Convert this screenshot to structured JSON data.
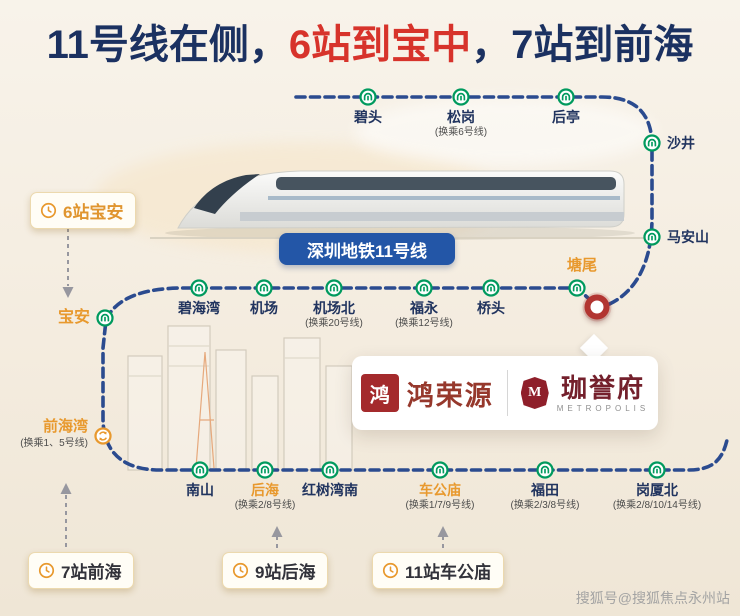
{
  "title": {
    "seg1": "11号线在侧，",
    "seg2": "6站到宝中",
    "seg3": "，7站到前海"
  },
  "line_badge": {
    "label": "深圳地铁11号线"
  },
  "stations": [
    {
      "name": "碧头",
      "sub": ""
    },
    {
      "name": "松岗",
      "sub": "(换乘6号线)"
    },
    {
      "name": "后亭",
      "sub": ""
    },
    {
      "name": "沙井",
      "sub": ""
    },
    {
      "name": "马安山",
      "sub": ""
    },
    {
      "name": "塘尾",
      "sub": ""
    },
    {
      "name": "桥头",
      "sub": ""
    },
    {
      "name": "福永",
      "sub": "(换乘12号线)"
    },
    {
      "name": "机场北",
      "sub": "(换乘20号线)"
    },
    {
      "name": "机场",
      "sub": ""
    },
    {
      "name": "碧海湾",
      "sub": ""
    },
    {
      "name": "宝安",
      "sub": ""
    },
    {
      "name": "前海湾",
      "sub": "(换乘1、5号线)"
    },
    {
      "name": "南山",
      "sub": ""
    },
    {
      "name": "后海",
      "sub": "(换乘2/8号线)"
    },
    {
      "name": "红树湾南",
      "sub": ""
    },
    {
      "name": "车公庙",
      "sub": "(换乘1/7/9号线)"
    },
    {
      "name": "福田",
      "sub": "(换乘2/3/8号线)"
    },
    {
      "name": "岗厦北",
      "sub": "(换乘2/8/10/14号线)"
    }
  ],
  "callouts": [
    {
      "label": "6站宝安"
    },
    {
      "label": "7站前海"
    },
    {
      "label": "9站后海"
    },
    {
      "label": "11站车公庙"
    }
  ],
  "brand": {
    "developer": "鸿荣源",
    "developer_mark": "鸿",
    "project": "珈誉府",
    "project_mark": "M",
    "project_en": "METROPOLIS"
  },
  "watermark": "搜狐号@搜狐焦点永州站",
  "icons": {
    "metro_logo": "green-circle-arch-metro-logo",
    "transfer": "orange-circular-arrows",
    "clock": "orange-clock-outline",
    "location_marker": "red-ring"
  },
  "colors": {
    "navy": "#1b3161",
    "red": "#d7332b",
    "orange": "#e8992e",
    "line_blue": "#2b4b8f",
    "metro_green": "#009a5e",
    "marker_red": "#b23531",
    "pill_blue": "#2356a7",
    "background": "#f4ecdf"
  }
}
